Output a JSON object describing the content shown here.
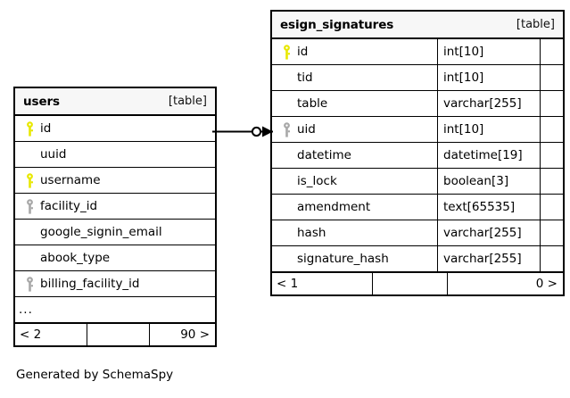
{
  "diagram": {
    "caption": "Generated by SchemaSpy",
    "key_colors": {
      "primary_key": "#e8e800",
      "foreign_key": "#a8a8a8"
    }
  },
  "tables": {
    "users": {
      "name": "users",
      "kind": "[table]",
      "columns": [
        {
          "key": "primary",
          "name": "id",
          "type": ""
        },
        {
          "key": "none",
          "name": "uuid",
          "type": ""
        },
        {
          "key": "primary",
          "name": "username",
          "type": ""
        },
        {
          "key": "foreign",
          "name": "facility_id",
          "type": ""
        },
        {
          "key": "none",
          "name": "google_signin_email",
          "type": ""
        },
        {
          "key": "none",
          "name": "abook_type",
          "type": ""
        },
        {
          "key": "foreign",
          "name": "billing_facility_id",
          "type": ""
        }
      ],
      "more_indicator": "...",
      "footer": {
        "left": "< 2",
        "middle": "",
        "right": "90 >"
      }
    },
    "esign_signatures": {
      "name": "esign_signatures",
      "kind": "[table]",
      "columns": [
        {
          "key": "primary",
          "name": "id",
          "type": "int[10]"
        },
        {
          "key": "none",
          "name": "tid",
          "type": "int[10]"
        },
        {
          "key": "none",
          "name": "table",
          "type": "varchar[255]"
        },
        {
          "key": "foreign",
          "name": "uid",
          "type": "int[10]"
        },
        {
          "key": "none",
          "name": "datetime",
          "type": "datetime[19]"
        },
        {
          "key": "none",
          "name": "is_lock",
          "type": "boolean[3]"
        },
        {
          "key": "none",
          "name": "amendment",
          "type": "text[65535]"
        },
        {
          "key": "none",
          "name": "hash",
          "type": "varchar[255]"
        },
        {
          "key": "none",
          "name": "signature_hash",
          "type": "varchar[255]"
        }
      ],
      "footer": {
        "left": "< 1",
        "middle": "",
        "right": "0 >"
      }
    }
  },
  "relationship": {
    "from_table": "users",
    "from_column": "id",
    "to_table": "esign_signatures",
    "to_column": "uid",
    "from_cardinality": "one",
    "to_cardinality": "zero-or-many"
  }
}
